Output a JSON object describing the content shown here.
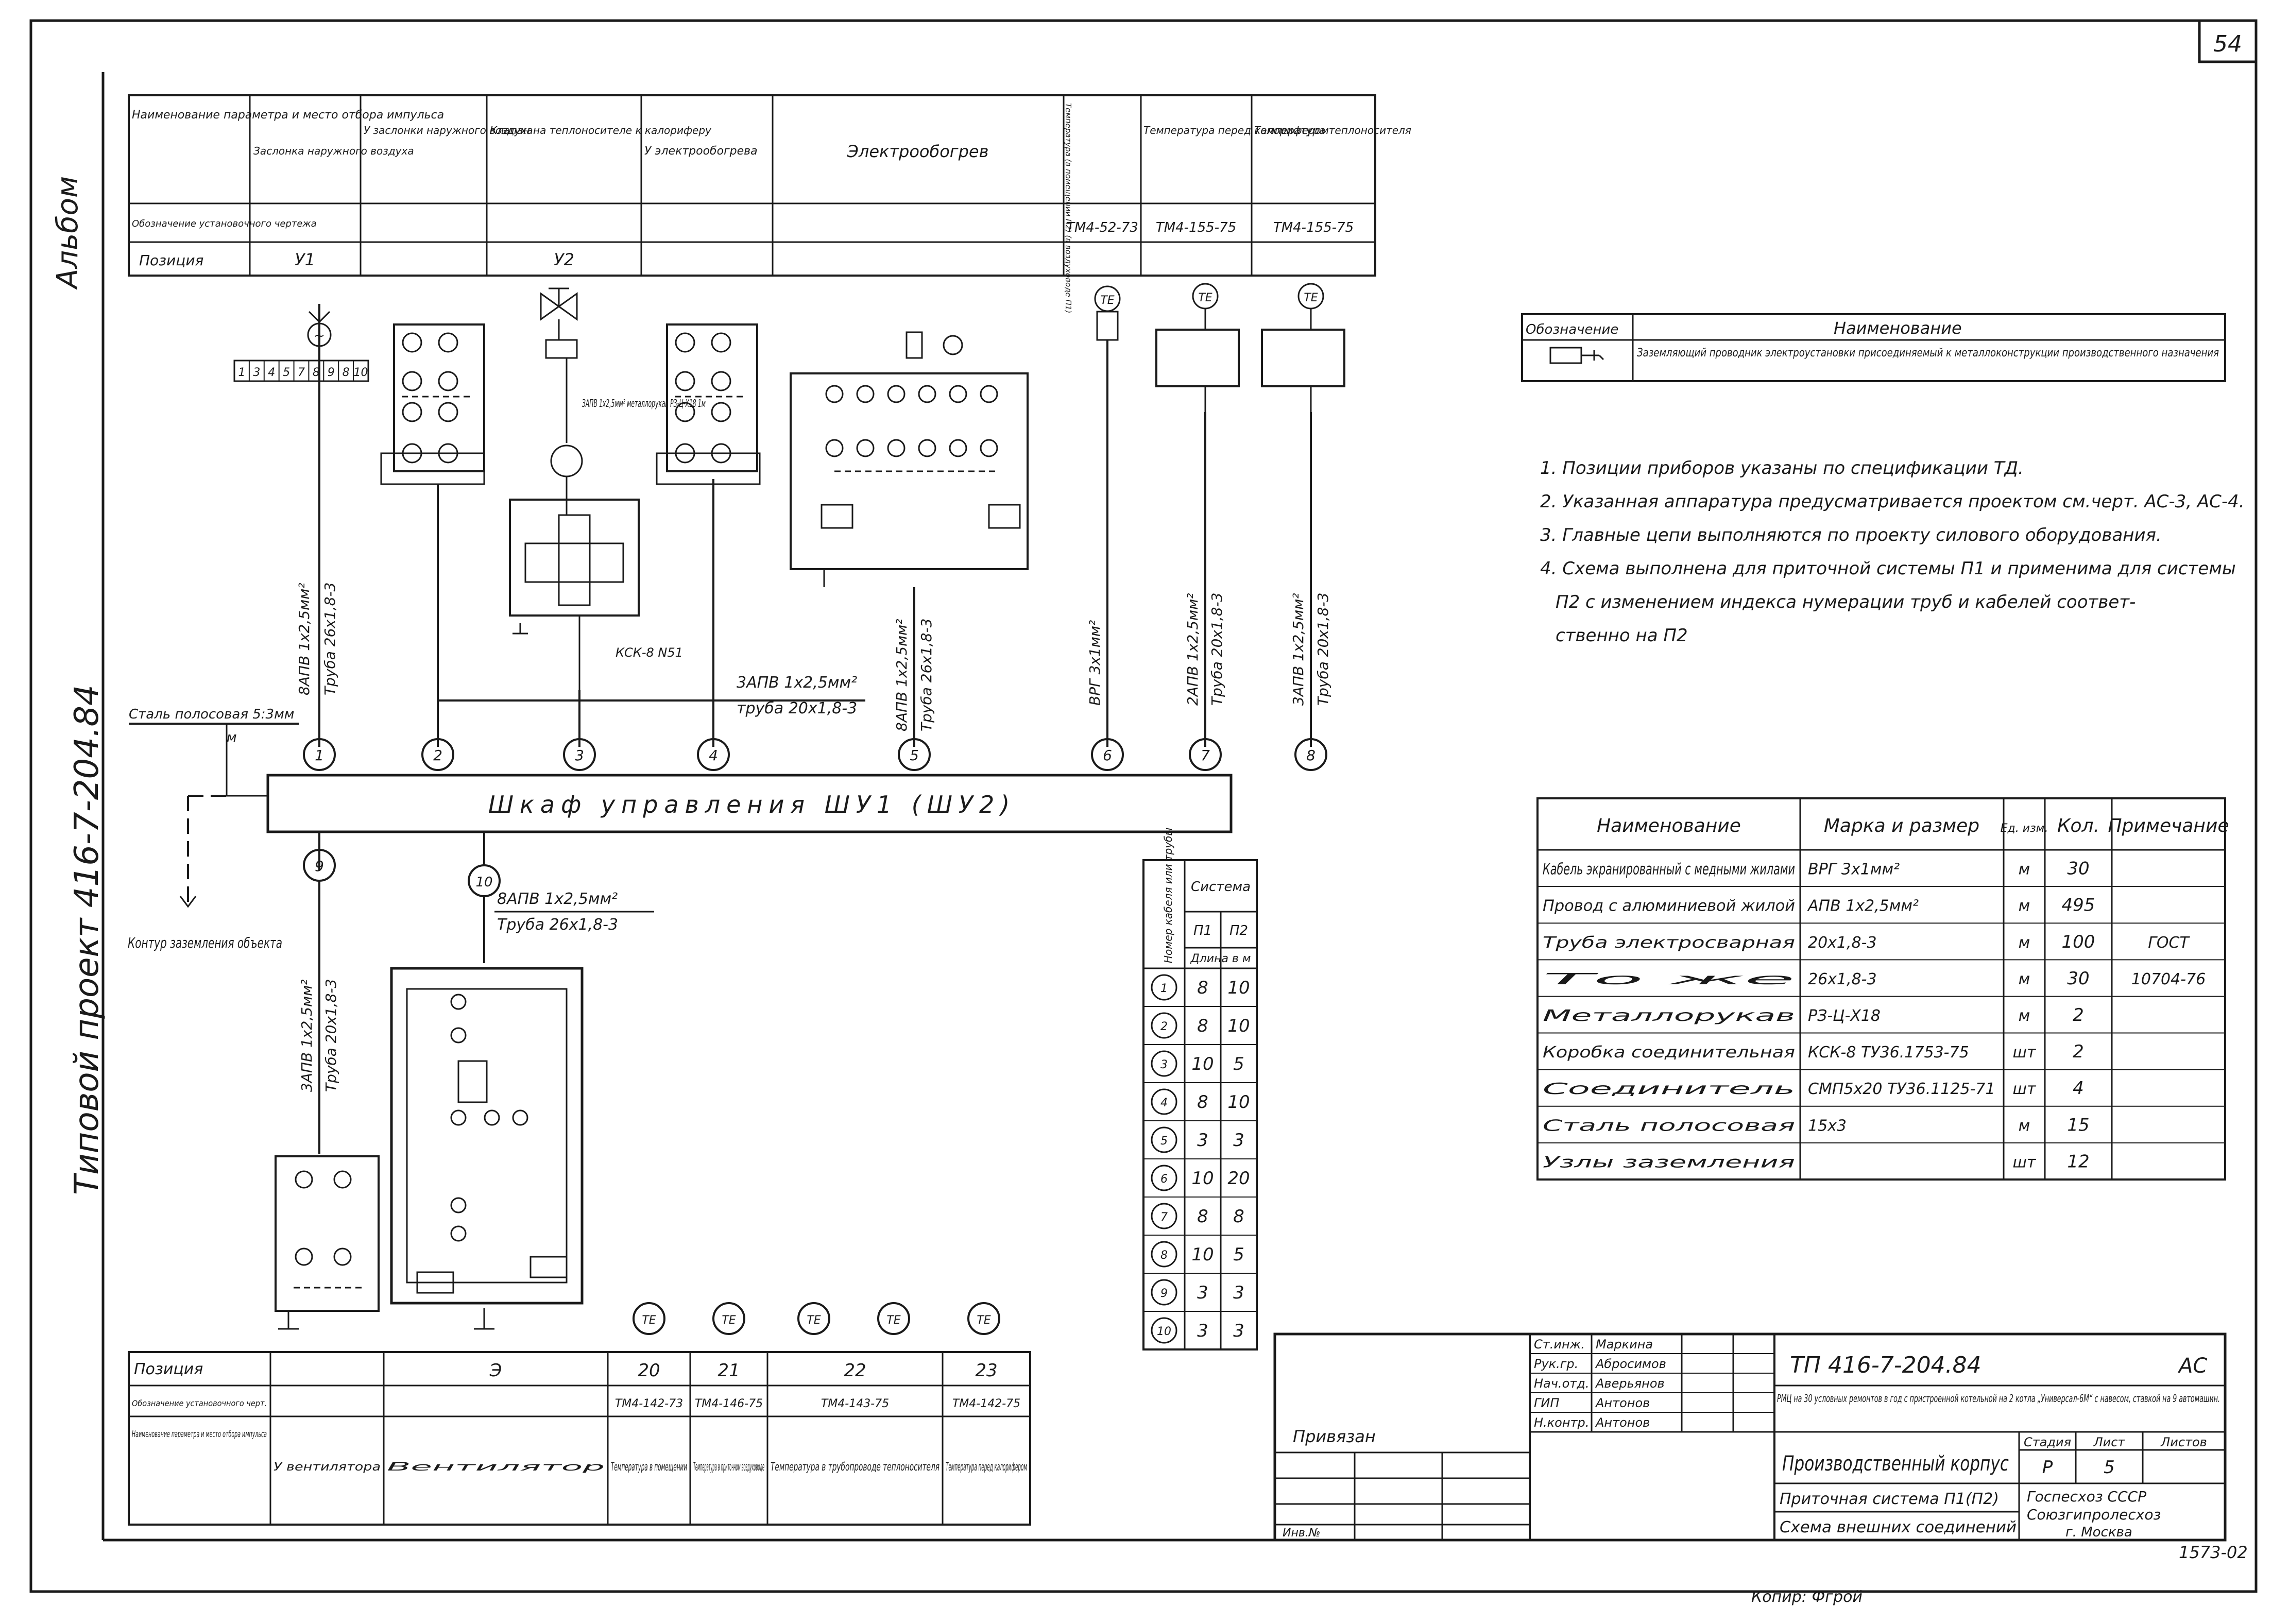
{
  "sheet": {
    "page_no": "54",
    "album": "Альбом",
    "project_side": "Типовой проект 416-7-204.84",
    "stamp_no": "1573-02",
    "copied_by": "Копир: Фгрой"
  },
  "top_table": {
    "rows": [
      "Наименование параметра и место отбора импульса",
      "Обозначение установочного чертежа",
      "Позиция"
    ],
    "columns": [
      {
        "header": "Заслонка наружного воздуха",
        "drawing": "",
        "position": "У1"
      },
      {
        "header": "У заслонки наружного воздуха",
        "drawing": "",
        "position": ""
      },
      {
        "header": "Клапан на теплоносителе к калориферу",
        "drawing": "",
        "position": "У2"
      },
      {
        "header": "У электрообогрева",
        "drawing": "",
        "position": ""
      },
      {
        "header": "Электрообогрев",
        "drawing": "",
        "position": ""
      },
      {
        "header": "Температура (в помещении П2) (в воздуховоде П1)",
        "drawing": "ТМ4-52-73",
        "position": ""
      },
      {
        "header": "Температура перед калорифером",
        "drawing": "ТМ4-155-75",
        "position": ""
      },
      {
        "header": "Температура теплоносителя",
        "drawing": "ТМ4-155-75",
        "position": ""
      }
    ]
  },
  "legend": {
    "col_designation": "Обозначение",
    "col_name": "Наименование",
    "item": "Заземляющий проводник электроустановки присоединяемый к металлоконструкции производственного назначения"
  },
  "notes": [
    "1. Позиции приборов указаны по спецификации ТД.",
    "2. Указанная аппаратура предусматривается проектом см.черт. АС-3, АС-4.",
    "3. Главные цепи выполняются по проекту силового оборудования.",
    "4. Схема выполнена для приточной системы П1 и применима для системы",
    "П2  с изменением индекса нумерации труб и кабелей соответ-",
    "ственно на П2"
  ],
  "diagram": {
    "cabinet": "Шкаф   управления  ШУ1 (ШУ2)",
    "strip_label": "Сталь полосовая 5:3мм",
    "strip_m": "м",
    "ground_contour": "Контур заземления объекта",
    "box_label": "КСК-8 N51",
    "hose_label": "ЗАПВ 1х2,5мм² металлорукав РЗ-Ц-Х18 1м",
    "cable_label_main": "3АПВ 1х2,5мм²",
    "cable_label_pipe": "труба 20х1,8-3",
    "fan_cable": "8АПВ 1х2,5мм²",
    "fan_pipe": "Труба 26х1,8-3",
    "vertical_cables": [
      {
        "num": "1",
        "a": "8АПВ 1х2,5мм²",
        "b": "Труба 26х1,8-3"
      },
      {
        "num": "5",
        "a": "8АПВ 1х2,5мм²",
        "b": "Труба 26х1,8-3"
      },
      {
        "num": "6",
        "a": "ВРГ 3х1мм²",
        "b": ""
      },
      {
        "num": "7",
        "a": "2АПВ 1х2,5мм²",
        "b": "Труба 20х1,8-3"
      },
      {
        "num": "8",
        "a": "3АПВ 1х2,5мм²",
        "b": "Труба 20х1,8-3"
      },
      {
        "num": "9",
        "a": "3АПВ 1х2,5мм²",
        "b": "Труба 20х1,8-3"
      }
    ],
    "terminal_strip": [
      "1",
      "3",
      "4",
      "5",
      "7",
      "8",
      "9",
      "8",
      "10"
    ],
    "sensors": [
      "ТЕ",
      "ТЕ",
      "ТЕ"
    ],
    "circles_bottom": [
      "ТЕ",
      "ТЕ",
      "ТЕ",
      "ТЕ",
      "ТЕ"
    ]
  },
  "length_table": {
    "header_num": "Номер кабеля или трубы",
    "header_system": "Система",
    "sub": [
      "П1",
      "П2"
    ],
    "header_len": "Длина в м",
    "rows": [
      {
        "n": "1",
        "p1": "8",
        "p2": "10"
      },
      {
        "n": "2",
        "p1": "8",
        "p2": "10"
      },
      {
        "n": "3",
        "p1": "10",
        "p2": "5"
      },
      {
        "n": "4",
        "p1": "8",
        "p2": "10"
      },
      {
        "n": "5",
        "p1": "3",
        "p2": "3"
      },
      {
        "n": "6",
        "p1": "10",
        "p2": "20"
      },
      {
        "n": "7",
        "p1": "8",
        "p2": "8"
      },
      {
        "n": "8",
        "p1": "10",
        "p2": "5"
      },
      {
        "n": "9",
        "p1": "3",
        "p2": "3"
      },
      {
        "n": "10",
        "p1": "3",
        "p2": "3"
      }
    ]
  },
  "spec_table": {
    "headers": [
      "Наименование",
      "Марка и размер",
      "Ед. изм.",
      "Кол.",
      "Примечание"
    ],
    "rows": [
      [
        "Кабель экранированный с медными жилами",
        "ВРГ  3х1мм²",
        "м",
        "30",
        ""
      ],
      [
        "Провод с алюминиевой жилой",
        "АПВ  1х2,5мм²",
        "м",
        "495",
        ""
      ],
      [
        "Труба электросварная",
        "20х1,8-3",
        "м",
        "100",
        "ГОСТ"
      ],
      [
        "То же",
        "26х1,8-3",
        "м",
        "30",
        "10704-76"
      ],
      [
        "Металлорукав",
        "РЗ-Ц-Х18",
        "м",
        "2",
        ""
      ],
      [
        "Коробка соединительная",
        "КСК-8 ТУ36.1753-75",
        "шт",
        "2",
        ""
      ],
      [
        "Соединитель",
        "СМП5х20 ТУ36.1125-71",
        "шт",
        "4",
        ""
      ],
      [
        "Сталь полосовая",
        "15х3",
        "м",
        "15",
        ""
      ],
      [
        "Узлы заземления",
        "",
        "шт",
        "12",
        ""
      ]
    ]
  },
  "bottom_table": {
    "row_labels": [
      "Позиция",
      "Обозначение установочного черт.",
      "Наименование параметра и место отбора импульса"
    ],
    "columns": [
      {
        "position": "",
        "drawing": "",
        "name": "У вентилятора"
      },
      {
        "position": "Э",
        "drawing": "",
        "name": "Вентилятор"
      },
      {
        "position": "20",
        "drawing": "ТМ4-142-73",
        "name": "Температура в помещении"
      },
      {
        "position": "21",
        "drawing": "ТМ4-146-75",
        "name": "Температура в приточном воздуховоде"
      },
      {
        "position": "22",
        "drawing": "ТМ4-143-75",
        "name": "Температура в трубопроводе теплоносителя"
      },
      {
        "position": "23",
        "drawing": "ТМ4-142-75",
        "name": "Температура перед калорифером"
      }
    ]
  },
  "title_block": {
    "signers": [
      {
        "role": "Ст.инж.",
        "name": "Маркина"
      },
      {
        "role": "Рук.гр.",
        "name": "Абросимов"
      },
      {
        "role": "Нач.отд.",
        "name": "Аверьянов"
      },
      {
        "role": "ГИП",
        "name": "Антонов"
      },
      {
        "role": "Н.контр.",
        "name": "Антонов"
      }
    ],
    "doc_code": "ТП 416-7-204.84",
    "doc_suffix": "АС",
    "description": "РМЦ на 30 условных ремонтов в год с пристроенной котельной на 2 котла „Универсал-6М“ с навесом, ставкой на 9 автомашин.",
    "bound": "Привязан",
    "inv": "Инв.№",
    "building": "Производственный корпус",
    "stage_head": "Стадия",
    "sheet_head": "Лист",
    "sheets_head": "Листов",
    "stage": "Р",
    "sheet": "5",
    "sheets": "",
    "system": "Приточная система П1(П2)",
    "scheme": "Схема внешних соединений",
    "org1": "Госпесхоз СССР",
    "org2": "Союзгипролесхоз",
    "org3": "г. Москва"
  }
}
